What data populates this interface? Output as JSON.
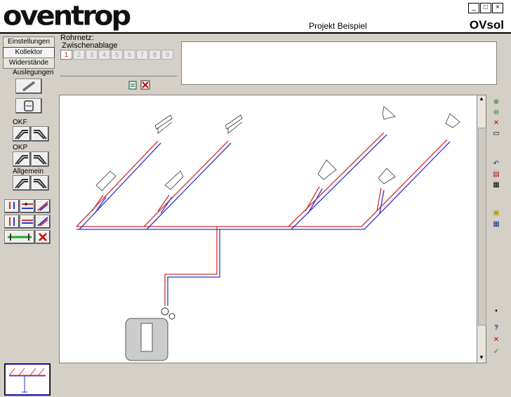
{
  "app": {
    "logo": "oventrop",
    "project_title": "Projekt Beispiel",
    "app_name": "OVsol"
  },
  "window_buttons": [
    "_",
    "□",
    "×"
  ],
  "sidebar": {
    "tabs": [
      {
        "label": "Einstellungen",
        "active": false
      },
      {
        "label": "Kollektor",
        "active": true
      },
      {
        "label": "Widerstände",
        "active": false
      }
    ],
    "auslegungen_label": "Auslegungen",
    "okf_label": "OKF",
    "okp_label": "OKP",
    "allgemein_label": "Allgemein"
  },
  "top_strip": {
    "rohrnetz_label": "Rohrnetz:",
    "zwischenablage_label": "Zwischenablage",
    "slots": [
      "1",
      "2",
      "3",
      "4",
      "5",
      "6",
      "7",
      "8",
      "9"
    ],
    "active_slot": "1"
  },
  "right_toolbar": {
    "icons": [
      "zoom-in-icon",
      "zoom-out-icon",
      "zoom-reset-icon",
      "fit-icon",
      "undo-icon",
      "paste-icon",
      "export-icon",
      "calculator-icon",
      "grid-icon",
      "save-icon",
      "help-icon",
      "cancel-icon",
      "ok-icon"
    ]
  },
  "colors": {
    "supply": "#cc3333",
    "return": "#3333cc",
    "accent": "#1a3a8a"
  }
}
